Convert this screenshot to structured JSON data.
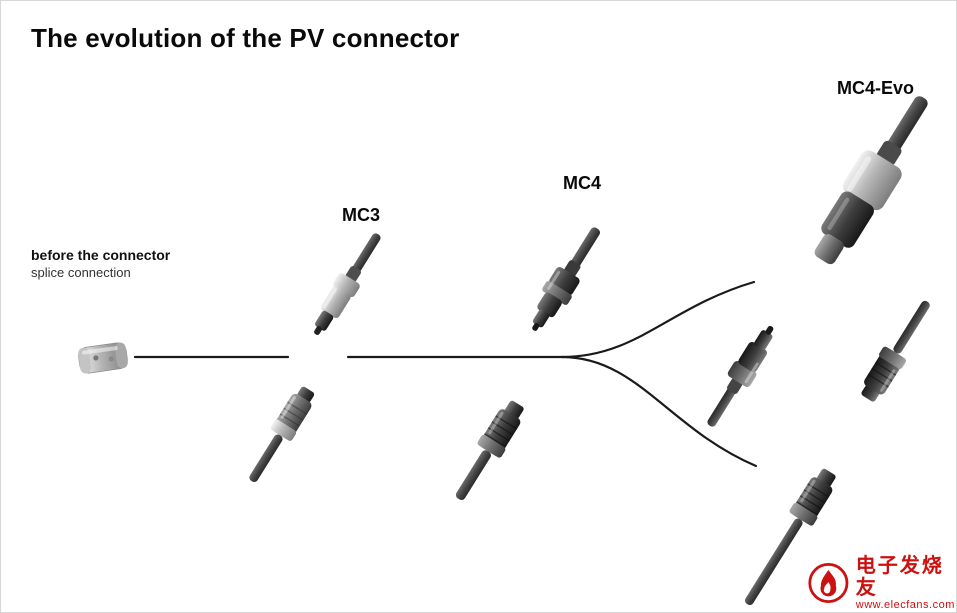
{
  "title": "The evolution of the PV connector",
  "stages": {
    "stage0": {
      "line1": "before the connector",
      "line2": "splice connection"
    },
    "stage1": {
      "label": "MC3"
    },
    "stage2": {
      "label": "MC4"
    },
    "stage3": {
      "label": "MC4-Evo"
    }
  },
  "watermark": {
    "brand": "电子发烧友",
    "url": "www.elecfans.com"
  },
  "colors": {
    "background": "#ffffff",
    "line": "#1a1a1a",
    "text": "#0a0a0a",
    "watermark_red": "#cc1111"
  }
}
